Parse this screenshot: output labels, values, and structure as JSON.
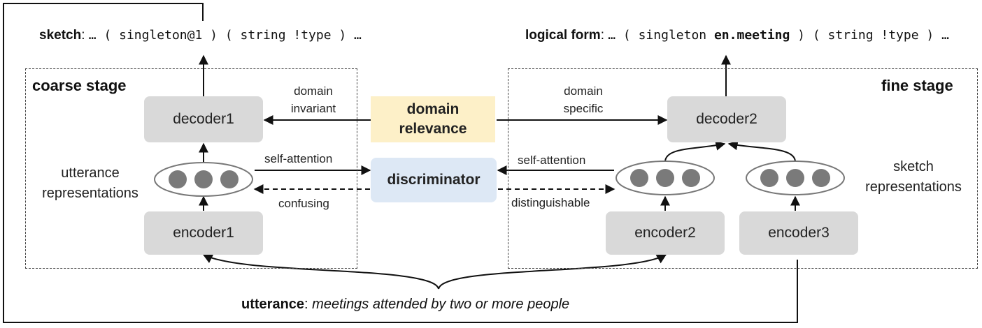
{
  "top": {
    "sketch_label": "sketch",
    "sketch_sep": ":",
    "sketch_expr": "… ( singleton@1 ) ( string !type ) …",
    "logical_label": "logical form",
    "logical_sep": ":",
    "logical_expr_pre": "… ( singleton ",
    "logical_expr_bold": "en.meeting",
    "logical_expr_post": " ) ( string !type ) …"
  },
  "coarse": {
    "title": "coarse stage",
    "decoder": "decoder1",
    "encoder": "encoder1",
    "repr_line1": "utterance",
    "repr_line2": "representations"
  },
  "fine": {
    "title": "fine stage",
    "decoder": "decoder2",
    "encoder2": "encoder2",
    "encoder3": "encoder3",
    "repr_line1": "sketch",
    "repr_line2": "representations"
  },
  "center": {
    "domain_relevance_line1": "domain",
    "domain_relevance_line2": "relevance",
    "discriminator": "discriminator",
    "domain_invariant_line1": "domain",
    "domain_invariant_line2": "invariant",
    "domain_specific_line1": "domain",
    "domain_specific_line2": "specific",
    "self_attention_left": "self-attention",
    "self_attention_right": "self-attention",
    "confusing": "confusing",
    "distinguishable": "distinguishable"
  },
  "utterance": {
    "label": "utterance",
    "sep": ":",
    "text": "meetings attended by two or more people"
  },
  "colors": {
    "node_fill": "#d9d9d9",
    "domain_relevance_fill": "#fdf0c8",
    "discriminator_fill": "#dde8f5",
    "dot": "#7a7a7a",
    "line": "#111111"
  }
}
